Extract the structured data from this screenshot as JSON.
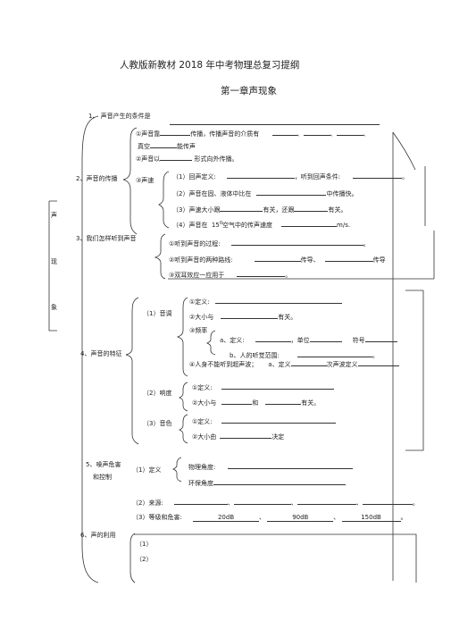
{
  "header": {
    "title": "人教版新教材 2018 年中考物理总复习提纲",
    "chapter": "第一章声现象"
  },
  "side_label": [
    "声",
    "现",
    "象"
  ],
  "s1": {
    "label": "1、 声音产生的条件是"
  },
  "s2": {
    "label": "2、声音的传播",
    "a": "①声音靠",
    "a2": "传播，传播声音的介质有",
    "a3": "、",
    "a4": "、",
    "a5": "、",
    "a6": "真空",
    "a7": "能传声",
    "b": "②声音以",
    "b2": "形式向外传播。",
    "c": "③声速",
    "c1": "（1）回声定义:",
    "c1b": "，听到回声条件:",
    "c1c": "。",
    "c2": "（2）声音在固、液体中比在",
    "c2b": "中传播快。",
    "c3": "（3）声速大小跟",
    "c3b": "有关，还跟",
    "c3c": "有关。",
    "c4": "（4）声音在",
    "c4n": "15",
    "c4deg": "0",
    "c4b": "空气中的传声速度",
    "c4c": "m/s."
  },
  "s3": {
    "label": "3、我们怎样听到声音",
    "a": "①听到声音的过程:",
    "a_end": "。",
    "b": "②听到声音的两种路线:",
    "b2": "传导、",
    "b3": "传导",
    "c": "③双耳效应一应用于",
    "c_end": "。"
  },
  "s4": {
    "label": "4、声音的特征",
    "p1": "（1）音调",
    "p1a": "①定义:",
    "p1b": "②大小与",
    "p1b2": "有关。",
    "p1c": "③频率",
    "p1c_a": "a、定义:",
    "p1c_a2": "，单位",
    "p1c_a3": "符号",
    "p1c_b": "b、人的听觉范围:",
    "p1c_b2": "。",
    "p1d": "④人身不能听到超声波；",
    "p1d2": "a、定义",
    "p1d3": "次声波定义",
    "p2": "（2）响度",
    "p2a": "①定义:",
    "p2b": "②大小与",
    "p2b2": "和",
    "p2b3": "有关。",
    "p3": "（3）音色",
    "p3a": "①定义:",
    "p3b": "②大小由",
    "p3b2": "决定"
  },
  "s5": {
    "label1": "5、噪声危害",
    "label2": "和控制",
    "d": "（1）定义",
    "d1": "物理角度:",
    "d2": "环保角度",
    "src": "（2）来源:",
    "src_sep": "、",
    "src_end": "。",
    "lvl": "（3）等级和危害:",
    "db1": "20dB",
    "db2": "90dB",
    "db3": "150dB",
    "sep": "、"
  },
  "s6": {
    "label": "6、声的利用",
    "i1": "（1）",
    "i2": "（2）"
  }
}
